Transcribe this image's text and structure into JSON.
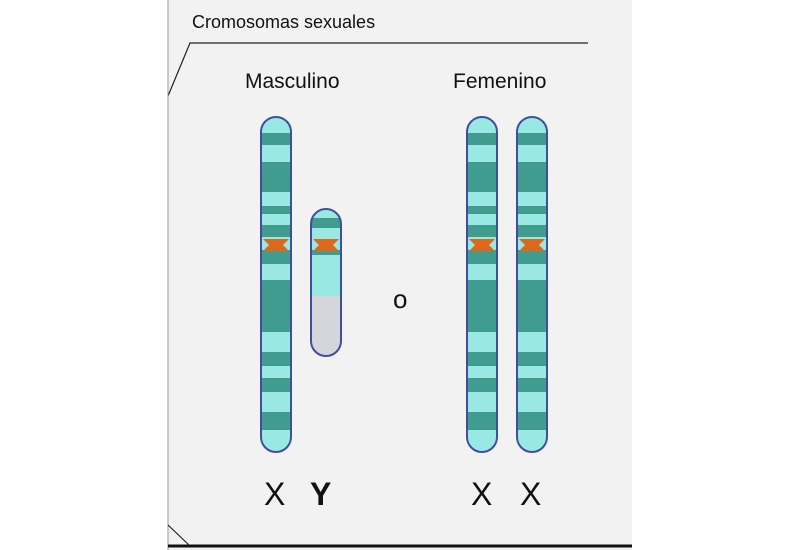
{
  "title": "Cromosomas sexuales",
  "groups": {
    "male": {
      "label": "Masculino",
      "chromosomes": [
        "X",
        "Y"
      ]
    },
    "female": {
      "label": "Femenino",
      "chromosomes": [
        "X",
        "X"
      ]
    }
  },
  "conjunction": "o",
  "colors": {
    "panel_background": "#f2f2f2",
    "chromosome_light_band": "#9ae8e4",
    "chromosome_dark_band": "#3f9c8f",
    "chromosome_outline": "#3f4f9e",
    "centromere": "#e0681a",
    "y_heterochromatin": "#d4d6dc"
  }
}
